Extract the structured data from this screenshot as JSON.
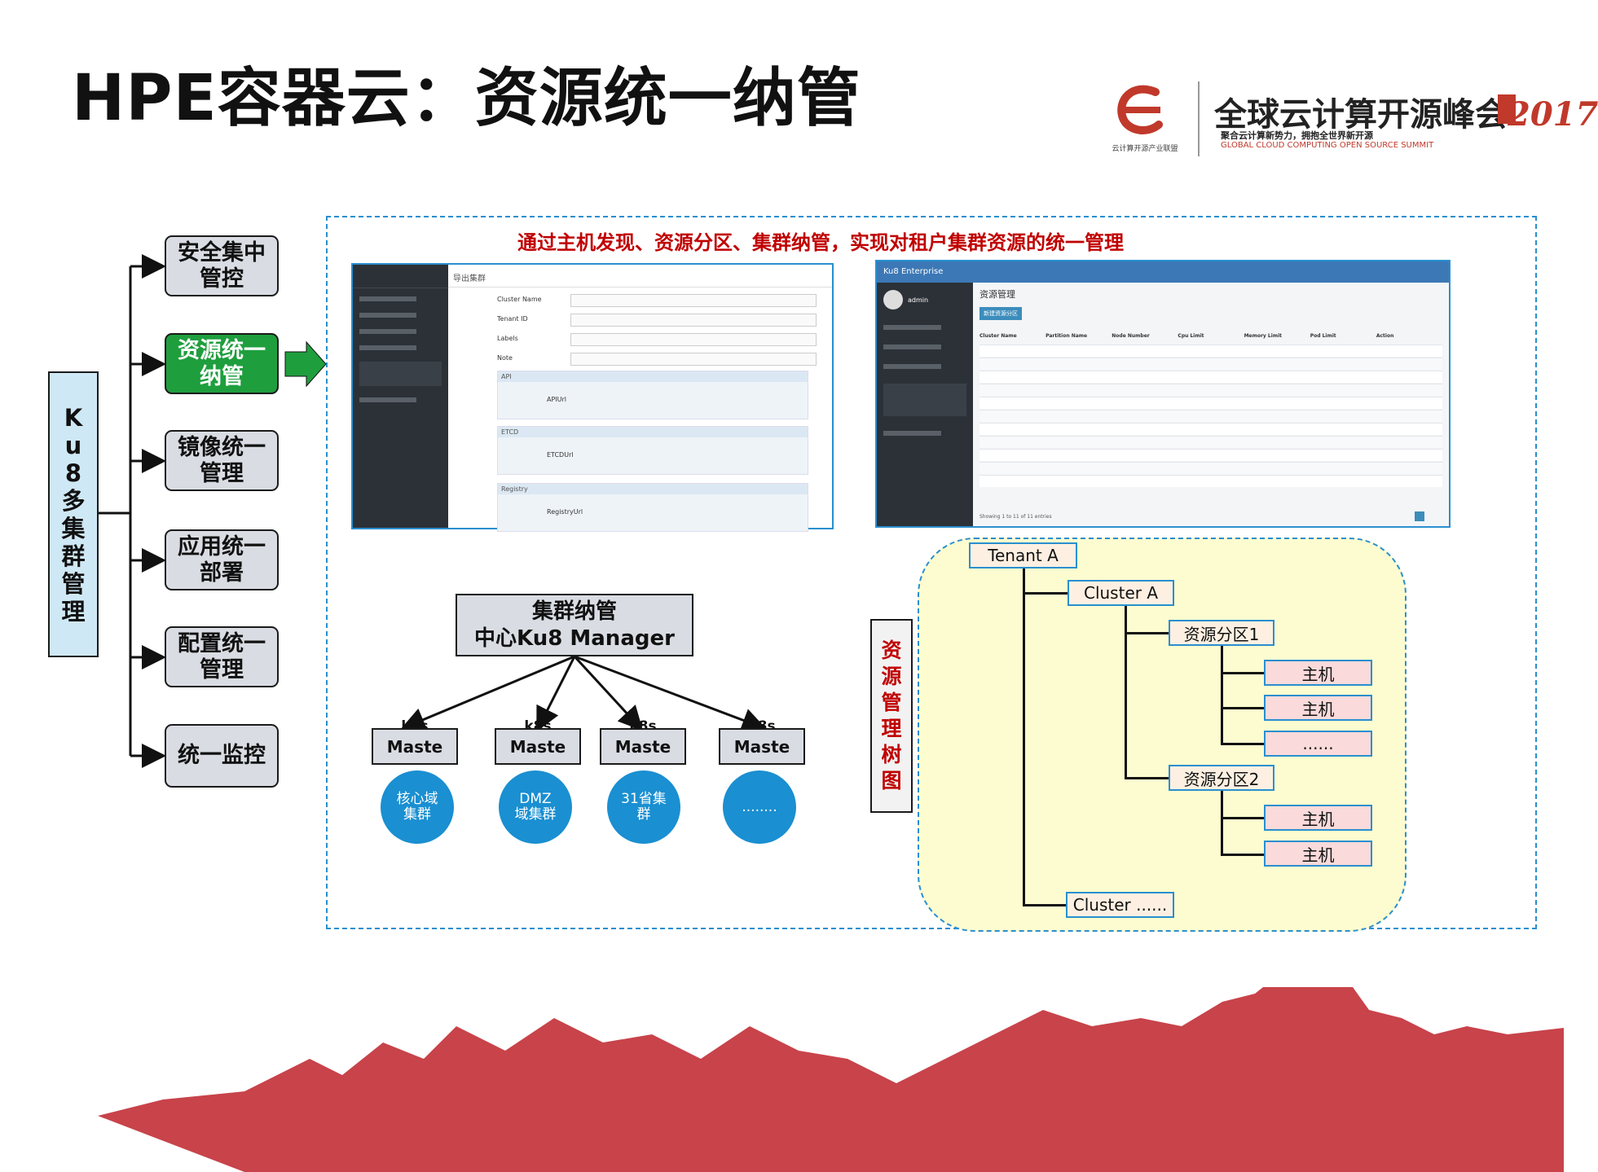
{
  "title": "HPE容器云：资源统一纳管",
  "logo": {
    "org_small": "云计算开源产业联盟",
    "brand": "全球云计算开源峰会",
    "year": "2017",
    "sub1": "聚合云计算新势力，拥抱全世界新开源",
    "sub2": "GLOBAL CLOUD COMPUTING OPEN SOURCE SUMMIT"
  },
  "left_label": [
    "K",
    "u",
    "8",
    "多",
    "集",
    "群",
    "管",
    "理"
  ],
  "feature_boxes": [
    {
      "line1": "安全集中",
      "line2": "管控",
      "active": false
    },
    {
      "line1": "资源统一",
      "line2": "纳管",
      "active": true
    },
    {
      "line1": "镜像统一",
      "line2": "管理",
      "active": false
    },
    {
      "line1": "应用统一",
      "line2": "部署",
      "active": false
    },
    {
      "line1": "配置统一",
      "line2": "管理",
      "active": false
    },
    {
      "line1": "统一监控",
      "line2": "",
      "active": false
    }
  ],
  "caption": "通过主机发现、资源分区、集群纳管，实现对租户集群资源的统一管理",
  "screenshot1": {
    "header": "导出集群",
    "fields": [
      "Cluster Name",
      "Tenant ID",
      "Labels",
      "Note"
    ],
    "sections": [
      "API",
      "ETCD",
      "Registry"
    ],
    "section_fields": [
      "APIUrl",
      "ETCDUrl",
      "RegistryUrl"
    ]
  },
  "screenshot2": {
    "brand": "Ku8 Enterprise",
    "user": "admin",
    "page_title": "资源管理",
    "add_button": "新建资源分区",
    "columns": [
      "Cluster Name",
      "Partition Name",
      "Node Number",
      "Cpu Limit",
      "Memory Limit",
      "Pod Limit",
      "Action"
    ],
    "footer": "Showing 1 to 11 of 11 entries"
  },
  "manager": {
    "line1": "集群纳管",
    "line2": "中心Ku8 Manager"
  },
  "masters": [
    {
      "tag": "k8s",
      "label": "Maste",
      "cluster": [
        "核心域",
        "集群"
      ]
    },
    {
      "tag": "k8s",
      "label": "Maste",
      "cluster": [
        "DMZ",
        "域集群"
      ]
    },
    {
      "tag": "k8s",
      "label": "Maste",
      "cluster": [
        "31省集",
        "群"
      ]
    },
    {
      "tag": "k8s",
      "label": "Maste",
      "cluster": [
        "........",
        ""
      ]
    }
  ],
  "tree_label": [
    "资",
    "源",
    "管",
    "理",
    "树",
    "图"
  ],
  "tree": {
    "tenant": "Tenant A",
    "cluster_a": "Cluster A",
    "partition1": "资源分区1",
    "partition2": "资源分区2",
    "host": "主机",
    "more_hosts": "......",
    "cluster_more": "Cluster ......"
  },
  "colors": {
    "accent_red": "#c00000",
    "active_green": "#1f9e3e",
    "dash_blue": "#2a8fcf",
    "circle_blue": "#1a8fd1",
    "mountain_red": "#c8434a"
  }
}
